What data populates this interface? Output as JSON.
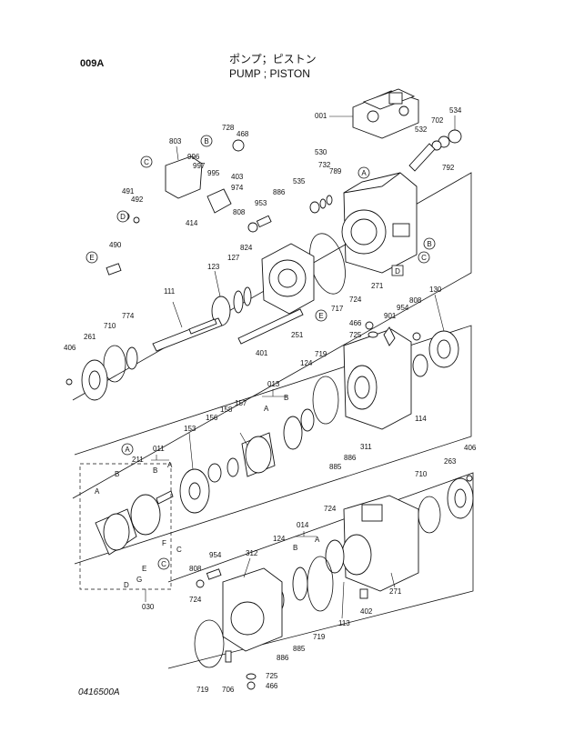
{
  "header": {
    "code": "009A",
    "title_jp": "ポンプ；ピストン",
    "title_en": "PUMP ; PISTON"
  },
  "footer": {
    "drawing_no": "0416500A"
  },
  "labels": {
    "p001": "001",
    "p534": "534",
    "p728": "728",
    "p468": "468",
    "p702": "702",
    "p532": "532",
    "p803": "803",
    "p530": "530",
    "p996": "996",
    "p997": "997",
    "p995": "995",
    "p789": "789",
    "p732": "732",
    "p792": "792",
    "p403": "403",
    "p974": "974",
    "p535": "535",
    "p491": "491",
    "p492": "492",
    "p886a": "886",
    "p953": "953",
    "p808a": "808",
    "p414": "414",
    "p490": "490",
    "p824": "824",
    "p123": "123",
    "p127": "127",
    "p130": "130",
    "p271a": "271",
    "p717": "717",
    "p724a": "724",
    "p111": "111",
    "p466a": "466",
    "p901": "901",
    "p954a": "954",
    "p808b": "808",
    "p774": "774",
    "p710a": "710",
    "p725a": "725",
    "p251": "251",
    "p261": "261",
    "p406a": "406",
    "p401": "401",
    "p719a": "719",
    "p124a": "124",
    "p013": "013",
    "p157": "157",
    "p158": "158",
    "p156": "156",
    "p153": "153",
    "p114": "114",
    "p311": "311",
    "p886b": "886",
    "p885a": "885",
    "p011": "011",
    "p211": "211",
    "p406b": "406",
    "p263": "263",
    "p710b": "710",
    "p724b": "724",
    "p014": "014",
    "p954b": "954",
    "p124b": "124",
    "p312": "312",
    "p808c": "808",
    "p724c": "724",
    "p271b": "271",
    "p402": "402",
    "p113": "113",
    "p719b": "719",
    "p886c": "886",
    "p885b": "885",
    "p030": "030",
    "p719c": "719",
    "p706": "706",
    "p725b": "725",
    "p466b": "466",
    "A": "A",
    "B": "B",
    "C": "C",
    "D": "D",
    "E": "E",
    "F": "F",
    "G": "G"
  }
}
